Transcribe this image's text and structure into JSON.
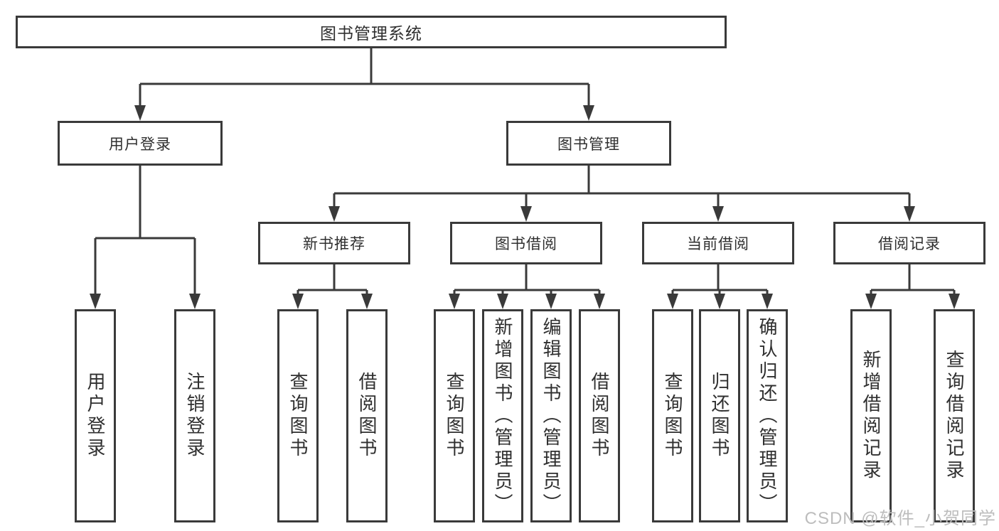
{
  "tree": {
    "label": "图书管理系统",
    "children": [
      {
        "label": "用户登录",
        "children": [
          {
            "label": "用户登录"
          },
          {
            "label": "注销登录"
          }
        ]
      },
      {
        "label": "图书管理",
        "children": [
          {
            "label": "新书推荐",
            "children": [
              {
                "label": "查询图书"
              },
              {
                "label": "借阅图书"
              }
            ]
          },
          {
            "label": "图书借阅",
            "children": [
              {
                "label": "查询图书"
              },
              {
                "label": "新增图书（管理员）"
              },
              {
                "label": "编辑图书（管理员）"
              },
              {
                "label": "借阅图书"
              }
            ]
          },
          {
            "label": "当前借阅",
            "children": [
              {
                "label": "查询图书"
              },
              {
                "label": "归还图书"
              },
              {
                "label": "确认归还（管理员）"
              }
            ]
          },
          {
            "label": "借阅记录",
            "children": [
              {
                "label": "新增借阅记录"
              },
              {
                "label": "查询借阅记录"
              }
            ]
          }
        ]
      }
    ]
  },
  "watermark": {
    "text": "CSDN @软件_小贺同学"
  },
  "colors": {
    "line": "#3a3a3a",
    "text": "#2f2f2f",
    "watermark": "#bdbdbd",
    "background": "#ffffff"
  }
}
